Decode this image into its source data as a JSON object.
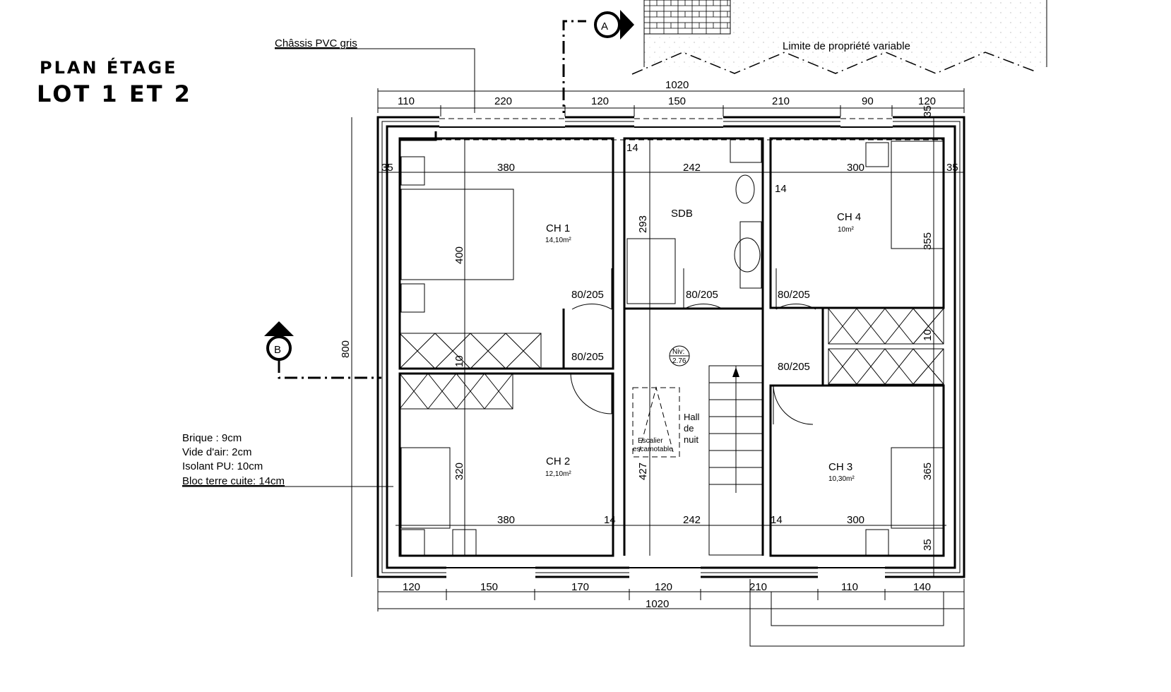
{
  "title": {
    "line1": "PLAN ÉTAGE",
    "line2": "LOT 1 ET 2"
  },
  "annotations": {
    "chassis": "Châssis PVC gris",
    "property_limit": "Limite de propriété variable",
    "wall_layers": [
      "Brique  : 9cm",
      "Vide d'air: 2cm",
      "Isolant PU: 10cm",
      "Bloc terre cuite: 14cm"
    ]
  },
  "section_markers": {
    "a": "A",
    "b": "B"
  },
  "rooms": [
    {
      "name": "CH 1",
      "area": "14,10m²"
    },
    {
      "name": "SDB",
      "area": ""
    },
    {
      "name": "CH 4",
      "area": "10m²"
    },
    {
      "name": "CH 2",
      "area": "12,10m²"
    },
    {
      "name": "CH 3",
      "area": "10,30m²"
    },
    {
      "name": "Hall\nde\nnuit",
      "lines": [
        "Hall",
        "de",
        "nuit"
      ]
    }
  ],
  "level": {
    "label": "Niv:",
    "value": "2.76"
  },
  "attic_stair": [
    "Escalier",
    "escamotable"
  ],
  "doors": [
    "80/205",
    "80/205",
    "80/205",
    "80/205",
    "80/205"
  ],
  "dimensions": {
    "top_total": "1020",
    "top_segments": [
      "110",
      "220",
      "120",
      "150",
      "210",
      "90",
      "120"
    ],
    "bottom_segments": [
      "120",
      "150",
      "170",
      "120",
      "210",
      "110",
      "140"
    ],
    "bottom_total": "1020",
    "left_total": "800",
    "interior_top": [
      "35",
      "380",
      "242",
      "300",
      "35"
    ],
    "interior_bottom": [
      "380",
      "14",
      "242",
      "14",
      "300"
    ],
    "vertical": [
      "400",
      "10",
      "320",
      "293",
      "427",
      "355",
      "10",
      "365",
      "35",
      "35"
    ],
    "wall_14": [
      "14",
      "14"
    ]
  }
}
